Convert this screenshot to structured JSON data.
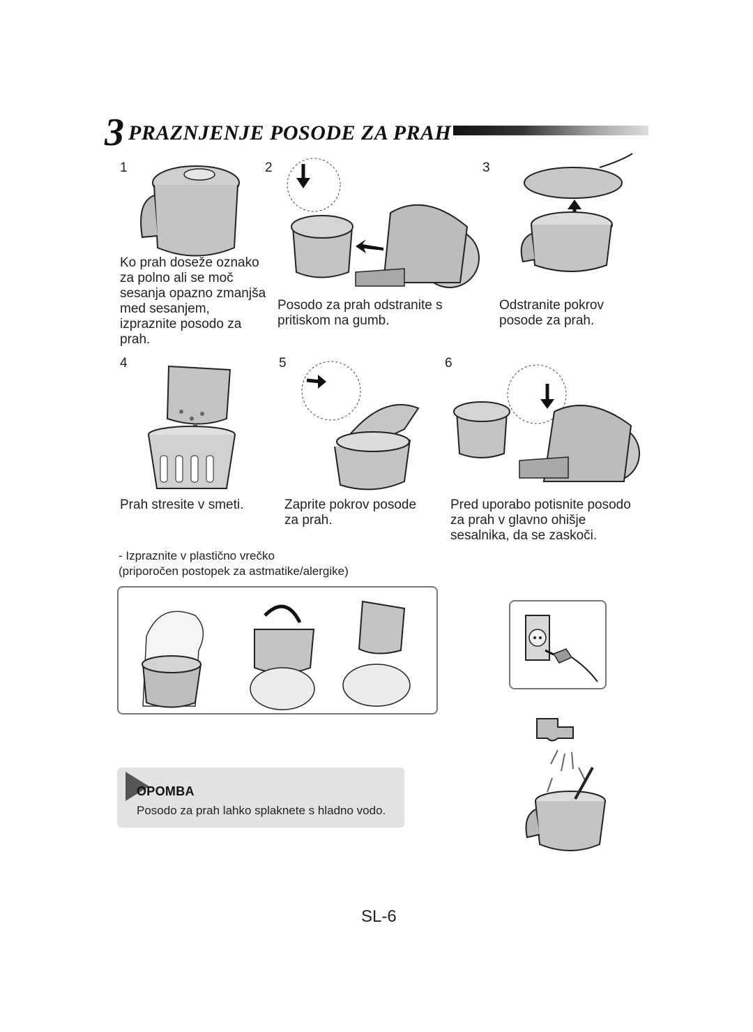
{
  "section": {
    "number": "3",
    "title": "PRAZNJENJE POSODE ZA PRAH"
  },
  "steps": [
    {
      "num": "1",
      "caption": "Ko prah doseže oznako\nza polno ali se moč\nsesanja opazno zmanjša\nmed sesanjem,\nizpraznite posodo za\nprah."
    },
    {
      "num": "2",
      "caption": "Posodo za prah odstranite s\npritiskom na gumb."
    },
    {
      "num": "3",
      "caption": "Odstranite pokrov\nposode za prah."
    },
    {
      "num": "4",
      "caption": "Prah stresite v smeti."
    },
    {
      "num": "5",
      "caption": "Zaprite pokrov posode\nza prah."
    },
    {
      "num": "6",
      "caption": "Pred uporabo potisnite posodo\nza prah v glavno ohišje\nsesalnika, da se zaskoči."
    }
  ],
  "bag_tip": "- Izpraznite v plastično vrečko\n  (priporočen postopek za astmatike/alergike)",
  "note": {
    "heading": "OPOMBA",
    "text": "Posodo za prah lahko splaknete s hladno vodo."
  },
  "page_number": "SL-6",
  "colors": {
    "ink": "#1a1a1a",
    "canister": "#c9c9c9",
    "note_bg": "#e2e2e2"
  }
}
